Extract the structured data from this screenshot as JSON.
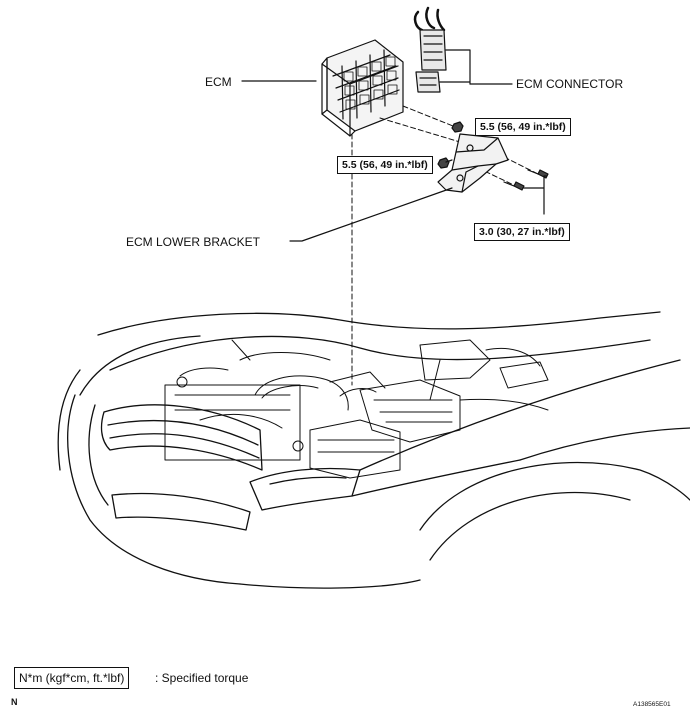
{
  "labels": {
    "ecm": "ECM",
    "ecm_connector": "ECM CONNECTOR",
    "ecm_lower_bracket": "ECM LOWER BRACKET"
  },
  "torques": {
    "upper_nut": "5.5 (56, 49 in.*lbf)",
    "side_nut": "5.5 (56, 49 in.*lbf)",
    "bolts": "3.0 (30, 27 in.*lbf)"
  },
  "legend": {
    "unit_box": "N*m (kgf*cm, ft.*lbf)",
    "description": ": Specified torque"
  },
  "north_mark": "N",
  "figure_id": "A138565E01"
}
